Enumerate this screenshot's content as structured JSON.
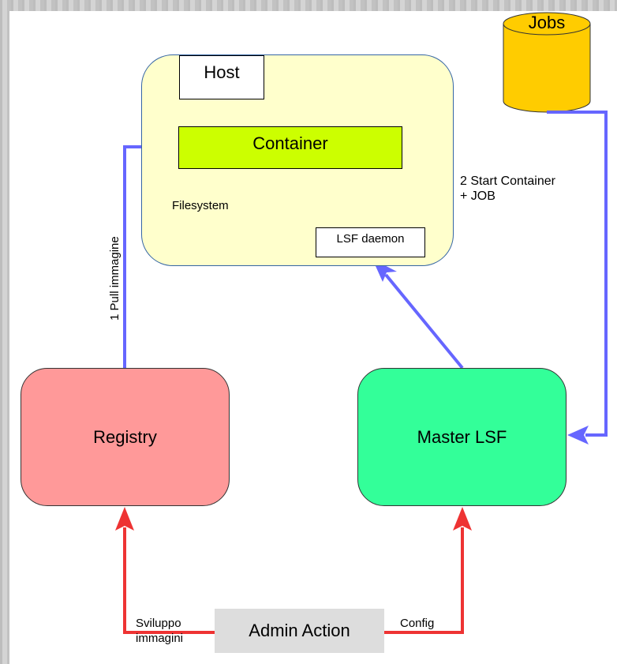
{
  "host": {
    "label": "Host"
  },
  "container": {
    "label": "Container"
  },
  "filesystem": {
    "label": "Filesystem"
  },
  "lsf_daemon": {
    "label": "LSF daemon"
  },
  "jobs": {
    "label": "Jobs"
  },
  "registry": {
    "label": "Registry"
  },
  "master": {
    "label": "Master LSF"
  },
  "admin": {
    "label": "Admin Action"
  },
  "edges": {
    "pull": "1 Pull immagine",
    "start_line1": "2 Start Container",
    "start_line2": "+ JOB",
    "sviluppo_line1": "Sviluppo",
    "sviluppo_line2": "immagini",
    "config": "Config"
  },
  "colors": {
    "host_fill": "#ffffcc",
    "container_fill": "#ccff00",
    "registry_fill": "#ff9999",
    "master_fill": "#33ff99",
    "jobs_fill": "#ffcc00",
    "admin_fill": "#dddddd",
    "blue_arrow": "#6666ff",
    "red_arrow": "#ee3333"
  }
}
